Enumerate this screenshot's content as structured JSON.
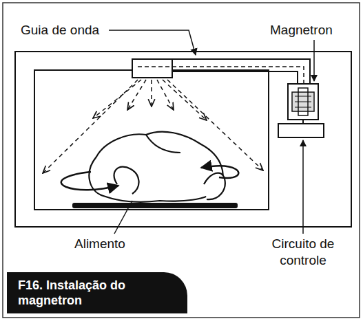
{
  "diagram": {
    "caption": "F16. Instalação do magnetron",
    "labels": [
      "Guia de onda",
      "Magnetron",
      "Alimento",
      "Circuito de controle"
    ]
  }
}
